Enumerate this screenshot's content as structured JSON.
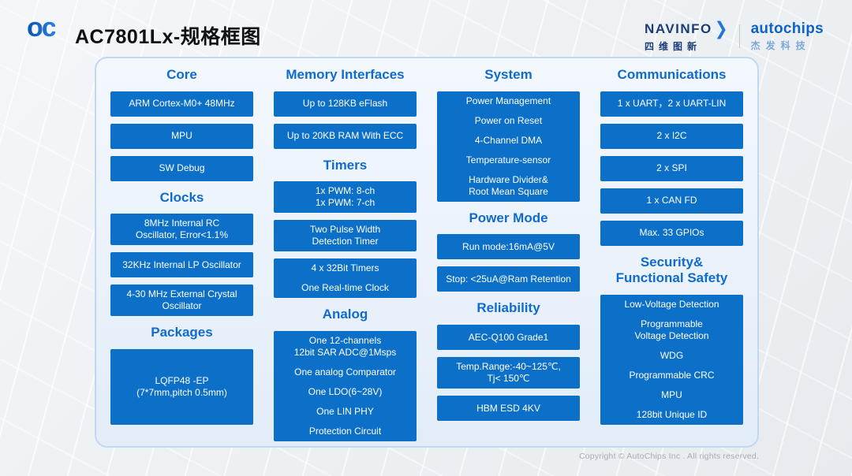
{
  "header": {
    "logo_text": "oc",
    "title": "AC7801Lx-规格框图",
    "navinfo": {
      "name": "NAVINFO",
      "arrow": "❯",
      "cn": "四维图新"
    },
    "autochips": {
      "name": "autochips",
      "cn": "杰发科技"
    }
  },
  "colors": {
    "box_blue": "#0d70c8",
    "section_title_blue": "#0f6cce",
    "card_border": "#c1d7f2",
    "navinfo_navy": "#1c3c78",
    "autochips_blue": "#0f63c6"
  },
  "columns": [
    {
      "name": "core",
      "sections": [
        {
          "title_lines": [
            "Core"
          ],
          "boxes": [
            {
              "lines": [
                "ARM Cortex-M0+ 48MHz"
              ]
            },
            {
              "lines": [
                "MPU"
              ]
            },
            {
              "lines": [
                "SW Debug"
              ]
            }
          ]
        },
        {
          "title_lines": [
            "Clocks"
          ],
          "boxes": [
            {
              "lines": [
                "8MHz Internal RC",
                "Oscillator, Error<1.1%"
              ]
            },
            {
              "lines": [
                "32KHz Internal LP Oscillator"
              ]
            },
            {
              "lines": [
                "4-30 MHz External Crystal",
                "Oscillator"
              ]
            }
          ]
        },
        {
          "title_lines": [
            "Packages"
          ],
          "boxes": [
            {
              "variant": "tall",
              "lines": [
                "LQFP48 -EP",
                "(7*7mm,pitch 0.5mm)"
              ]
            }
          ]
        }
      ]
    },
    {
      "name": "memory-timers-analog",
      "sections": [
        {
          "title_lines": [
            "Memory Interfaces"
          ],
          "boxes": [
            {
              "lines": [
                "Up to 128KB eFlash"
              ]
            },
            {
              "lines": [
                "Up to 20KB RAM With ECC"
              ]
            }
          ]
        },
        {
          "title_lines": [
            "Timers"
          ],
          "boxes": [
            {
              "lines": [
                "1x PWM: 8-ch",
                "1x PWM: 7-ch"
              ]
            },
            {
              "lines": [
                "Two Pulse Width",
                "Detection Timer"
              ]
            },
            {
              "lines": [
                "4 x 32Bit Timers",
                "",
                "One Real-time Clock"
              ]
            }
          ]
        },
        {
          "title_lines": [
            "Analog"
          ],
          "boxes": [
            {
              "lines": [
                "One 12-channels",
                "12bit SAR ADC@1Msps",
                "",
                "One analog Comparator",
                "",
                "One LDO(6~28V)",
                "",
                "One LIN PHY",
                "",
                "Protection Circuit"
              ]
            }
          ]
        }
      ]
    },
    {
      "name": "system-power-reliability",
      "sections": [
        {
          "title_lines": [
            "System"
          ],
          "boxes": [
            {
              "lines": [
                "Power Management",
                "",
                "Power on Reset",
                "",
                "4-Channel DMA",
                "",
                "Temperature-sensor",
                "",
                "Hardware Divider&",
                "Root Mean Square"
              ]
            }
          ]
        },
        {
          "title_lines": [
            "Power Mode"
          ],
          "boxes": [
            {
              "lines": [
                "Run mode:16mA@5V"
              ]
            },
            {
              "lines": [
                "Stop: <25uA@Ram Retention"
              ]
            }
          ]
        },
        {
          "title_lines": [
            "Reliability"
          ],
          "boxes": [
            {
              "lines": [
                "AEC-Q100 Grade1"
              ]
            },
            {
              "lines": [
                "Temp.Range:-40~125℃,",
                "Tj< 150℃"
              ]
            },
            {
              "lines": [
                "HBM ESD  4KV"
              ]
            }
          ]
        }
      ]
    },
    {
      "name": "communications-security",
      "sections": [
        {
          "title_lines": [
            "Communications"
          ],
          "boxes": [
            {
              "lines": [
                "1 x UART，2 x UART-LIN"
              ]
            },
            {
              "lines": [
                "2 x I2C"
              ]
            },
            {
              "lines": [
                "2 x SPI"
              ]
            },
            {
              "lines": [
                "1 x CAN FD"
              ]
            },
            {
              "lines": [
                "Max. 33 GPIOs"
              ]
            }
          ]
        },
        {
          "title_lines": [
            "Security&",
            "Functional Safety"
          ],
          "boxes": [
            {
              "lines": [
                "Low-Voltage Detection",
                "",
                "Programmable",
                "Voltage Detection",
                "",
                "WDG",
                "",
                "Programmable CRC",
                "",
                "MPU",
                "",
                "128bit Unique ID"
              ]
            }
          ]
        }
      ]
    }
  ],
  "footer": {
    "copyright": "Copyright © AutoChips Inc . All rights reserved."
  }
}
